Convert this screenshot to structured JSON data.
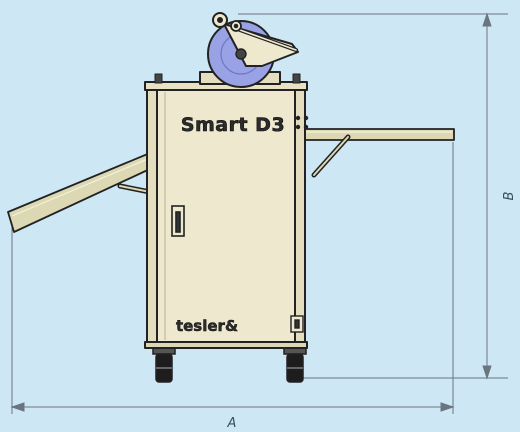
{
  "machine": {
    "model_label": "Smart D3",
    "brand_label": "tesler&"
  },
  "dimensions": {
    "width_label": "A",
    "height_label": "B"
  },
  "colors": {
    "background": "#cde7f4",
    "body_fill": "#eee8cf",
    "outline": "#222222",
    "shelf_fill": "#dcd8b4",
    "disc_fill": "#9aa2e6",
    "dimension_line": "#6a7580"
  }
}
